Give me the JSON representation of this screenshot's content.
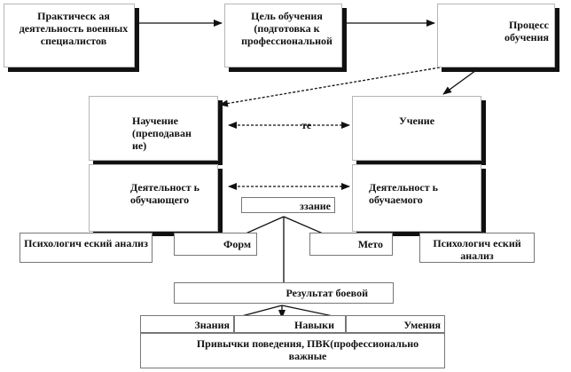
{
  "nodes": {
    "practice": "Практическ ая деятельность военных специалистов",
    "goal": "Цель обучения (подготовка к профессиональной",
    "process": "Процесс обучения",
    "teaching": "Научение (преподаван ие)",
    "learning": "Учение",
    "activity_teacher": "Деятельност ь обучающего",
    "activity_learner": "Деятельност ь обучаемого",
    "interaction_fragment": "те",
    "middle_fragment": "ззание",
    "psych_left": "Психологич еский анализ",
    "forms": "Форм",
    "methods": "Мето",
    "psych_right": "Психологич еский анализ",
    "result": "Результат боевой",
    "knowledge": "Знания",
    "skills": "Навыки",
    "abilities": "Умения",
    "habits": "Привычки поведения, ПВК(профессионально важные"
  }
}
